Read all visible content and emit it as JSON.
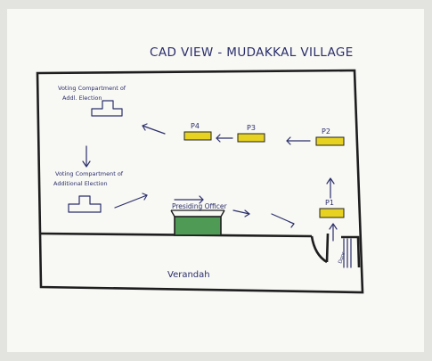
{
  "title": "CAD VIEW - MUDAKKAL VILLAGE",
  "areas": {
    "vote_unit_top_line1": "Voting Compartment of",
    "vote_unit_top_line2": "Addl. Election",
    "vote_unit_mid_line1": "Voting Compartment of",
    "vote_unit_mid_line2": "Additional Election",
    "presiding_label": "Presiding Officer",
    "verandah_label": "Verandah",
    "door_label": "Door"
  },
  "officers": [
    "P1",
    "P2",
    "P3",
    "P4"
  ],
  "colors": {
    "paper": "#f8f8f4",
    "officer_fill": "#e7d222",
    "table_fill": "#4f9a55",
    "ink": "#2b2f6b",
    "frame": "#1e1e1e"
  }
}
